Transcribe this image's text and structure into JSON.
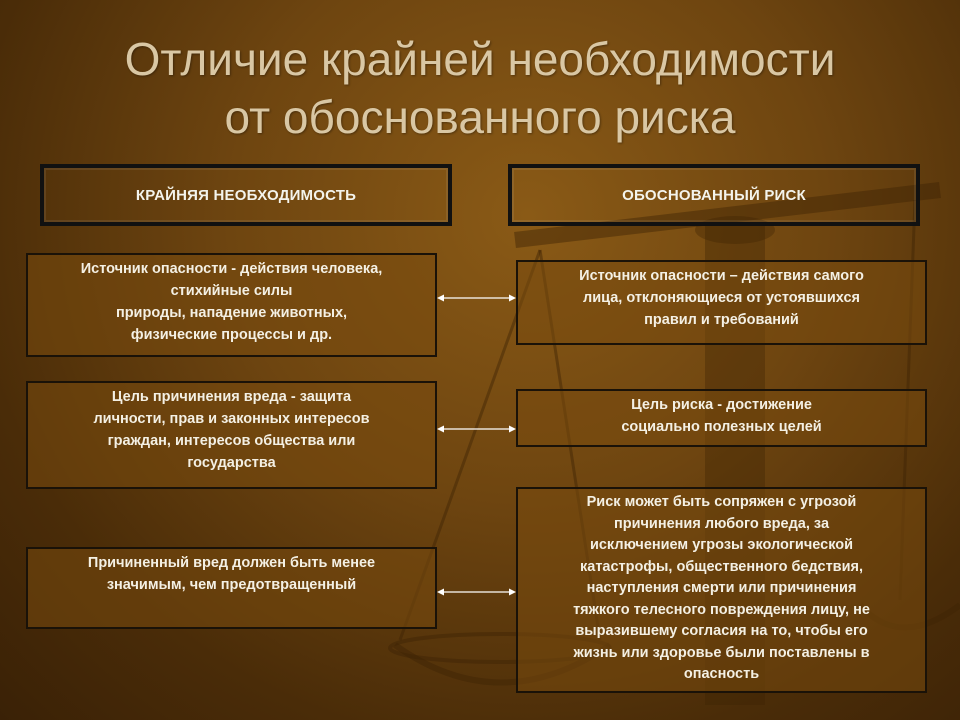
{
  "title": {
    "line1": "Отличие крайней необходимости",
    "line2": "от обоснованного риска"
  },
  "headers": {
    "left": "КРАЙНЯЯ НЕОБХОДИМОСТЬ",
    "right": "ОБОСНОВАННЫЙ РИСК"
  },
  "left_boxes": [
    {
      "lines": [
        "Источник опасности - действия человека,",
        "стихийные силы",
        "природы, нападение животных,",
        "физические процессы и др."
      ]
    },
    {
      "lines": [
        "Цель причинения вреда - защита",
        "личности, прав и законных интересов",
        "граждан, интересов общества или",
        "государства"
      ]
    },
    {
      "lines": [
        "Причиненный вред должен быть менее",
        "значимым, чем предотвращенный"
      ]
    }
  ],
  "right_boxes": [
    {
      "lines": [
        "Источник опасности – действия самого",
        "лица, отклоняющиеся от устоявшихся",
        "правил и требований"
      ]
    },
    {
      "lines": [
        "Цель  риска - достижение",
        "социально полезных целей"
      ]
    },
    {
      "lines": [
        "Риск может быть сопряжен с угрозой",
        "причинения любого вреда,  за",
        "исключением угрозы экологической",
        "катастрофы, общественного бедствия,",
        "наступления смерти или причинения",
        "тяжкого телесного повреждения лицу, не",
        "выразившему согласия на то, чтобы его",
        "жизнь или здоровье были поставлены в",
        "опасность"
      ]
    }
  ],
  "colors": {
    "background": "#6e4510",
    "title": "#d9c7a4",
    "box_border": "#111111",
    "text": "#f4f0e4",
    "arrow": "#ffffff"
  },
  "icons": [
    "scales-icon",
    "double-arrow-icon"
  ]
}
